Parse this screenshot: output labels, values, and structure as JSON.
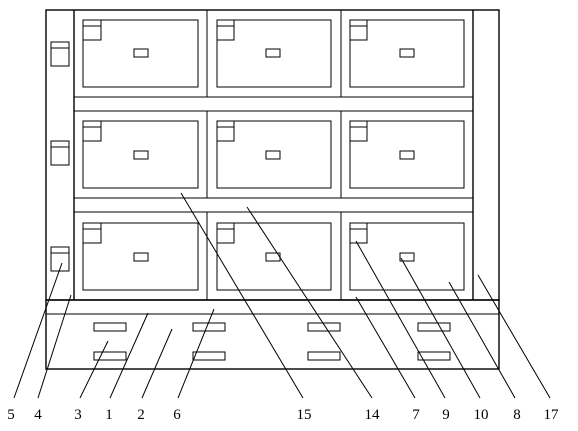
{
  "labels": {
    "l1": "1",
    "l2": "2",
    "l3": "3",
    "l4": "4",
    "l5": "5",
    "l6": "6",
    "l7": "7",
    "l8": "8",
    "l9": "9",
    "l10": "10",
    "l14": "14",
    "l15": "15",
    "l17": "17"
  }
}
